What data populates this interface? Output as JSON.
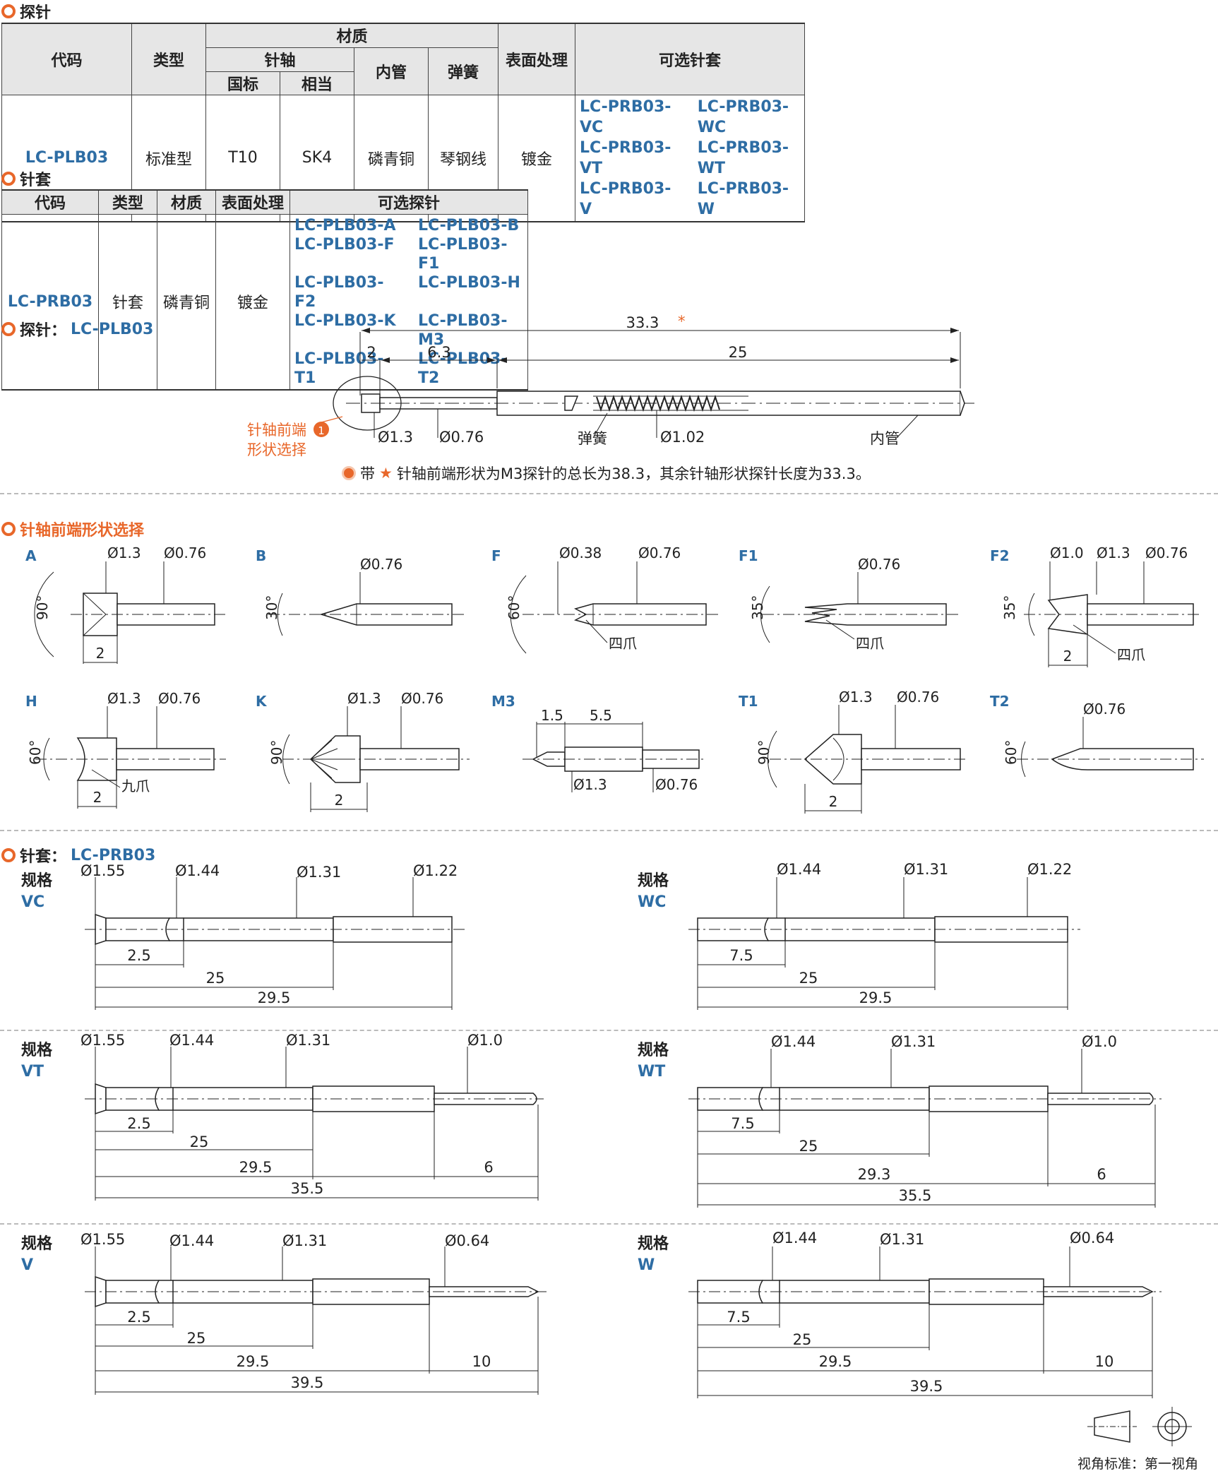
{
  "probe_section": {
    "title": "探针"
  },
  "probe_table": {
    "h_code": "代码",
    "h_type": "类型",
    "h_material": "材质",
    "h_shaft": "针轴",
    "h_gb": "国标",
    "h_eq": "相当",
    "h_tube": "内管",
    "h_spring": "弹簧",
    "h_surface": "表面处理",
    "h_sleeves": "可选针套",
    "row": {
      "code": "LC-PLB03",
      "type": "标准型",
      "gb": "T10",
      "eq": "SK4",
      "tube": "磷青铜",
      "spring": "琴钢线",
      "surface": "镀金"
    },
    "sleeves": [
      "LC-PRB03-VC",
      "LC-PRB03-WC",
      "LC-PRB03-VT",
      "LC-PRB03-WT",
      "LC-PRB03-V",
      "LC-PRB03-W"
    ]
  },
  "sleeve_section": {
    "title": "针套"
  },
  "sleeve_table": {
    "h_code": "代码",
    "h_type": "类型",
    "h_material": "材质",
    "h_surface": "表面处理",
    "h_probes": "可选探针",
    "row": {
      "code": "LC-PRB03",
      "type": "针套",
      "material": "磷青铜",
      "surface": "镀金"
    },
    "probes": [
      "LC-PLB03-A",
      "LC-PLB03-B",
      "LC-PLB03-F",
      "LC-PLB03-F1",
      "LC-PLB03-F2",
      "LC-PLB03-H",
      "LC-PLB03-K",
      "LC-PLB03-M3",
      "LC-PLB03-T1",
      "LC-PLB03-T2"
    ]
  },
  "probe_drawing": {
    "title": "探针：",
    "code": "LC-PLB03",
    "dim_total": "33.3",
    "dim_star": "*",
    "dim_2": "2",
    "dim_63": "6.3",
    "dim_25": "25",
    "d13": "Ø1.3",
    "d076": "Ø0.76",
    "spring": "弹簧",
    "d102": "Ø1.02",
    "tube": "内管",
    "tip_label_1": "针轴前端",
    "tip_num": "1",
    "tip_label_2": "形状选择",
    "note_prefix": "带",
    "note_star": "★",
    "note_text": "针轴前端形状为M3探针的总长为38.3，其余针轴形状探针长度为33.3。"
  },
  "tip_section": {
    "title": "针轴前端形状选择"
  },
  "tips": {
    "A": {
      "name": "A",
      "d1": "Ø1.3",
      "d2": "Ø0.76",
      "ang": "90°",
      "len": "2"
    },
    "B": {
      "name": "B",
      "d2": "Ø0.76",
      "ang": "30°"
    },
    "F": {
      "name": "F",
      "d1": "Ø0.38",
      "d2": "Ø0.76",
      "ang": "60°",
      "claw": "四爪"
    },
    "F1": {
      "name": "F1",
      "d2": "Ø0.76",
      "ang": "35°",
      "claw": "四爪"
    },
    "F2": {
      "name": "F2",
      "d0": "Ø1.0",
      "d1": "Ø1.3",
      "d2": "Ø0.76",
      "ang": "35°",
      "len": "2",
      "claw": "四爪"
    },
    "H": {
      "name": "H",
      "d1": "Ø1.3",
      "d2": "Ø0.76",
      "ang": "60°",
      "len": "2",
      "claw": "九爪"
    },
    "K": {
      "name": "K",
      "d1": "Ø1.3",
      "d2": "Ø0.76",
      "ang": "90°",
      "len": "2"
    },
    "M3": {
      "name": "M3",
      "l1": "1.5",
      "l2": "5.5",
      "d1": "Ø1.3",
      "d2": "Ø0.76"
    },
    "T1": {
      "name": "T1",
      "d1": "Ø1.3",
      "d2": "Ø0.76",
      "ang": "90°",
      "len": "2"
    },
    "T2": {
      "name": "T2",
      "d2": "Ø0.76",
      "ang": "60°"
    }
  },
  "sleeve_drawing": {
    "title": "针套：",
    "code": "LC-PRB03",
    "spec_word": "规格"
  },
  "sleeves": {
    "VC": {
      "name": "VC",
      "d155": "Ø1.55",
      "d144": "Ø1.44",
      "d131": "Ø1.31",
      "dtip": "Ø1.22",
      "a": "2.5",
      "b": "25",
      "c": "29.5"
    },
    "WC": {
      "name": "WC",
      "d144": "Ø1.44",
      "d131": "Ø1.31",
      "dtip": "Ø1.22",
      "a": "7.5",
      "b": "25",
      "c": "29.5"
    },
    "VT": {
      "name": "VT",
      "d155": "Ø1.55",
      "d144": "Ø1.44",
      "d131": "Ø1.31",
      "dtip": "Ø1.0",
      "a": "2.5",
      "b": "25",
      "c": "29.5",
      "e": "6",
      "t": "35.5"
    },
    "WT": {
      "name": "WT",
      "d144": "Ø1.44",
      "d131": "Ø1.31",
      "dtip": "Ø1.0",
      "a": "7.5",
      "b": "25",
      "c": "29.3",
      "e": "6",
      "t": "35.5"
    },
    "V": {
      "name": "V",
      "d155": "Ø1.55",
      "d144": "Ø1.44",
      "d131": "Ø1.31",
      "dtip": "Ø0.64",
      "a": "2.5",
      "b": "25",
      "c": "29.5",
      "e": "10",
      "t": "39.5"
    },
    "W": {
      "name": "W",
      "d144": "Ø1.44",
      "d131": "Ø1.31",
      "dtip": "Ø0.64",
      "a": "7.5",
      "b": "25",
      "c": "29.5",
      "e": "10",
      "t": "39.5"
    }
  },
  "footer": {
    "projection": "视角标准：第一视角"
  },
  "colors": {
    "accent": "#e8672a",
    "code_blue": "#2e6da4",
    "header_gray": "#e6e6e6"
  }
}
